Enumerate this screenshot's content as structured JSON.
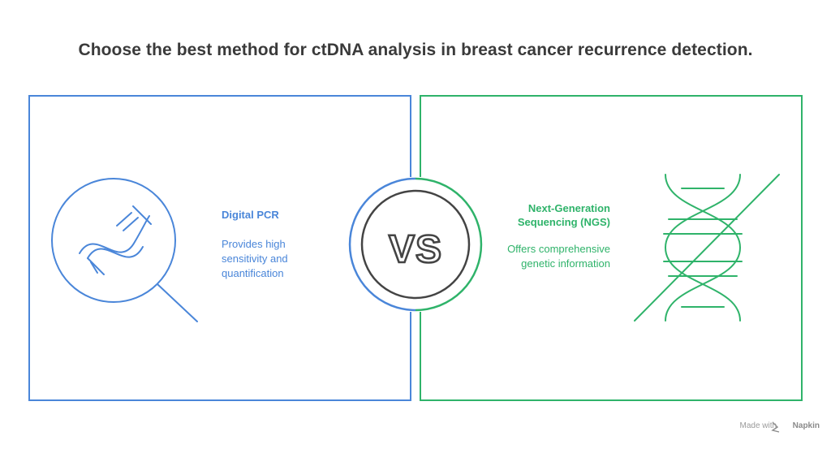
{
  "title": "Choose the best method for ctDNA analysis in breast cancer recurrence detection.",
  "left": {
    "title": "Digital PCR",
    "description": "Provides high sensitivity and quantification",
    "icon": "magnifier-dna-icon",
    "color": "#4a86d9"
  },
  "right": {
    "title": "Next-Generation Sequencing (NGS)",
    "description": "Offers comprehensive genetic information",
    "icon": "dna-slash-icon",
    "color": "#2fb36a"
  },
  "vs_label": "VS",
  "footer": {
    "made_with": "Made with",
    "brand": "Napkin"
  }
}
